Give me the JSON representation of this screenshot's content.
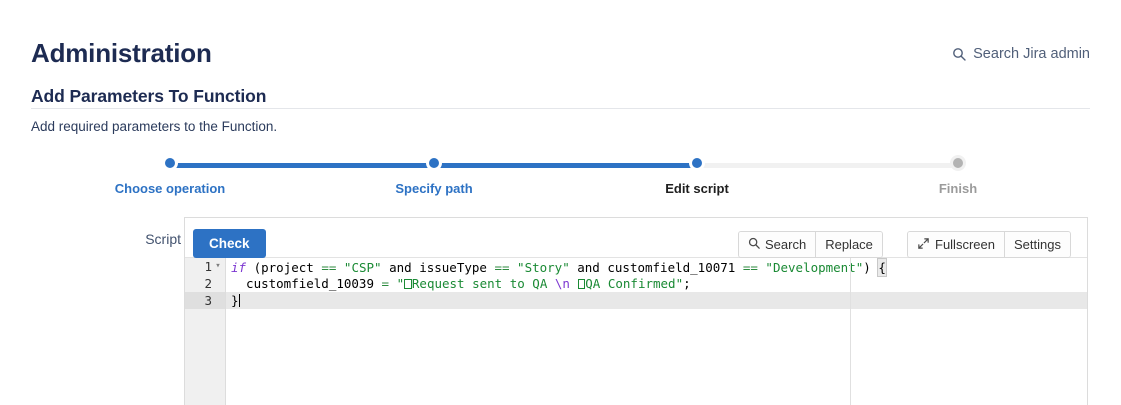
{
  "header": {
    "title": "Administration",
    "search": {
      "label": "Search Jira admin",
      "icon": "search-icon"
    }
  },
  "section": {
    "title": "Add Parameters To Function",
    "description": "Add required parameters to the Function."
  },
  "stepper": {
    "steps": [
      {
        "label": "Choose operation",
        "state": "done"
      },
      {
        "label": "Specify path",
        "state": "done"
      },
      {
        "label": "Edit script",
        "state": "current"
      },
      {
        "label": "Finish",
        "state": "todo"
      }
    ],
    "active_color": "#2d72c4",
    "inactive_color": "#b3b3b3",
    "track_todo_color": "#f1f1f1"
  },
  "form": {
    "script_field_label": "Script"
  },
  "editor": {
    "check_button": "Check",
    "toolbar": {
      "search": "Search",
      "replace": "Replace",
      "fullscreen": "Fullscreen",
      "settings": "Settings"
    },
    "line_numbers": [
      "1",
      "2",
      "3"
    ],
    "active_line": 3,
    "fold_marker_line": 1,
    "code_lines": [
      "if (project == \"CSP\" and issueType == \"Story\" and customfield_10071 == \"Development\") {",
      "  customfield_10039 = \"□Request sent to QA \\n □QA Confirmed\";",
      "}"
    ],
    "syntax_colors": {
      "keyword": "#7c36d1",
      "operator": "#2b8a3e",
      "string": "#1a8a34",
      "plain": "#000000"
    }
  }
}
